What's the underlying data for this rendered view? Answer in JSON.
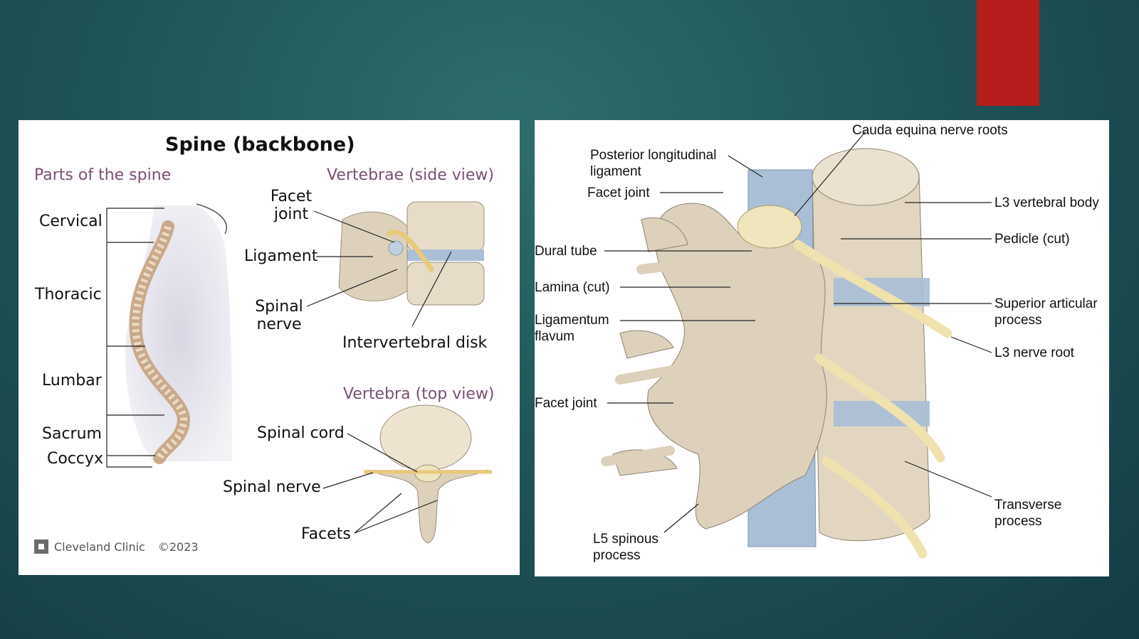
{
  "colors": {
    "background": "#1f5558",
    "accent": "#b51d1d",
    "subheading": "#7a4f73",
    "bone": "#ddd1bc",
    "nerve": "#efe0a8",
    "ligament": "#9fb9d2"
  },
  "left": {
    "title": "Spine (backbone)",
    "parts_heading": "Parts of the spine",
    "side_heading": "Vertebrae (side view)",
    "top_heading": "Vertebra (top view)",
    "regions": [
      "Cervical",
      "Thoracic",
      "Lumbar",
      "Sacrum",
      "Coccyx"
    ],
    "side_labels": {
      "facet_joint": "Facet joint",
      "ligament": "Ligament",
      "spinal_nerve": "Spinal nerve",
      "disk": "Intervertebral disk"
    },
    "top_labels": {
      "spinal_cord": "Spinal cord",
      "spinal_nerve": "Spinal nerve",
      "facets": "Facets"
    },
    "credit": "Cleveland Clinic",
    "copyright": "©2023"
  },
  "right": {
    "labels_top": "Cauda equina nerve roots",
    "labels_left": [
      "Posterior longitudinal ligament",
      "Facet joint",
      "Dural tube",
      "Lamina (cut)",
      "Ligamentum flavum",
      "Facet joint",
      "L5 spinous process"
    ],
    "labels_right": [
      "L3 vertebral body",
      "Pedicle (cut)",
      "Superior articular process",
      "L3 nerve root",
      "Transverse process"
    ]
  }
}
